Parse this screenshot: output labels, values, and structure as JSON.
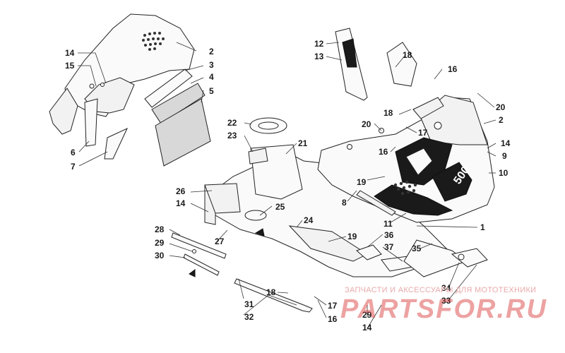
{
  "callouts": {
    "c1": "1",
    "c2a": "2",
    "c2b": "2",
    "c3": "3",
    "c4": "4",
    "c5": "5",
    "c6": "6",
    "c7": "7",
    "c8": "8",
    "c9": "9",
    "c10": "10",
    "c11": "11",
    "c12": "12",
    "c13": "13",
    "c14a": "14",
    "c14b": "14",
    "c14c": "14",
    "c14d": "14",
    "c15": "15",
    "c16a": "16",
    "c16b": "16",
    "c16c": "16",
    "c17a": "17",
    "c17b": "17",
    "c18a": "18",
    "c18b": "18",
    "c18c": "18",
    "c19a": "19",
    "c19b": "19",
    "c20a": "20",
    "c20b": "20",
    "c21": "21",
    "c22": "22",
    "c23": "23",
    "c24": "24",
    "c25": "25",
    "c26": "26",
    "c27": "27",
    "c28": "28",
    "c29a": "29",
    "c29b": "29",
    "c30": "30",
    "c31": "31",
    "c32": "32",
    "c33": "33",
    "c34": "34",
    "c35": "35",
    "c36": "36",
    "c37": "37"
  },
  "decal": {
    "model_text": "500"
  },
  "watermark": {
    "subtitle": "ЗАПЧАСТИ И АКСЕССУАРЫ ДЛЯ МОТОТЕХНИКИ",
    "brand": "PARTSFOR.RU"
  },
  "colors": {
    "line": "#222222",
    "watermark": "#d63030"
  }
}
